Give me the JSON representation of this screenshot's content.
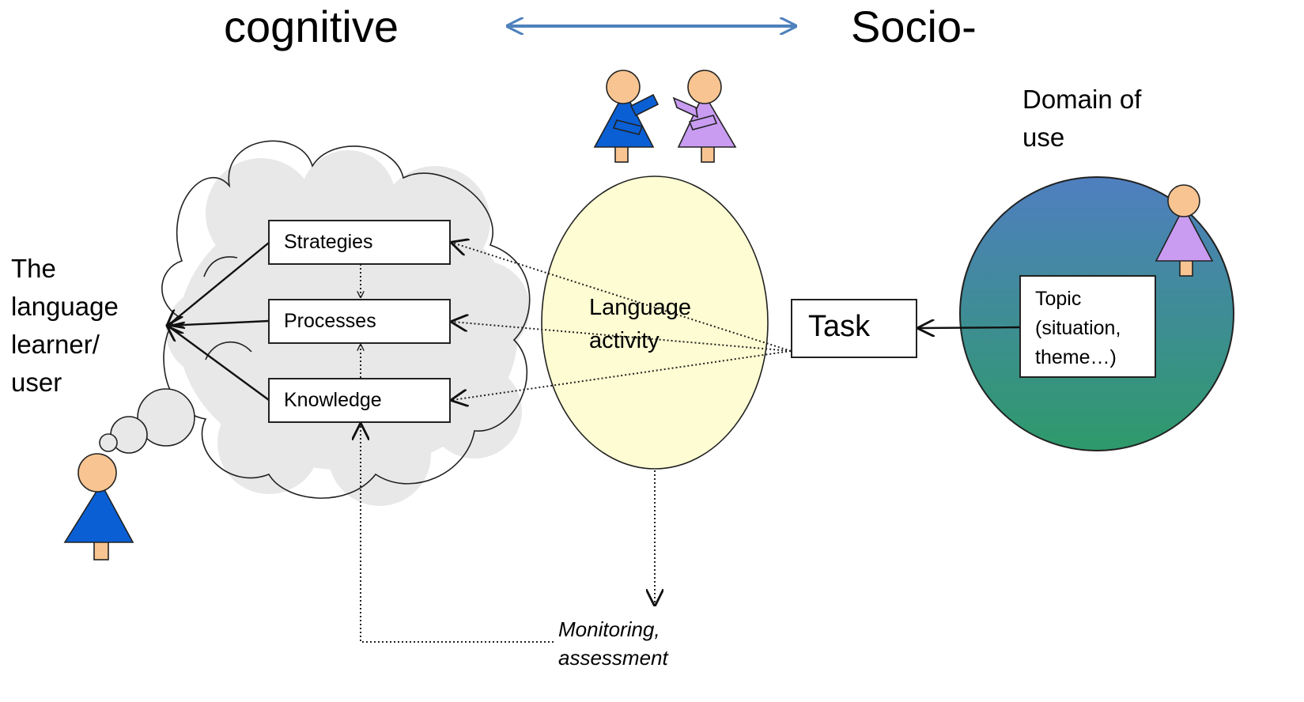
{
  "header": {
    "left_word": "cognitive",
    "right_word": "Socio-"
  },
  "learner": {
    "label_lines": [
      "The",
      "language",
      "learner/",
      "user"
    ]
  },
  "mind_boxes": {
    "strategies": "Strategies",
    "processes": "Processes",
    "knowledge": "Knowledge"
  },
  "activity": {
    "label_lines": [
      "Language",
      "activity"
    ]
  },
  "task": {
    "label": "Task"
  },
  "domain": {
    "label_lines": [
      "Domain of",
      "use"
    ],
    "topic_lines": [
      "Topic",
      "(situation,",
      "theme…)"
    ]
  },
  "monitoring": {
    "label_lines": [
      "Monitoring,",
      "assessment"
    ]
  },
  "colors": {
    "cloud_fill": "#e8e8e8",
    "ellipse_fill": "#fdfcd2",
    "domain_top": "#4f7fc0",
    "domain_bottom": "#2e9a6a",
    "figure_blue": "#0a5fd4",
    "figure_purple": "#c99cf2",
    "skin": "#f8c491",
    "arrow_blue": "#4f81bd"
  }
}
